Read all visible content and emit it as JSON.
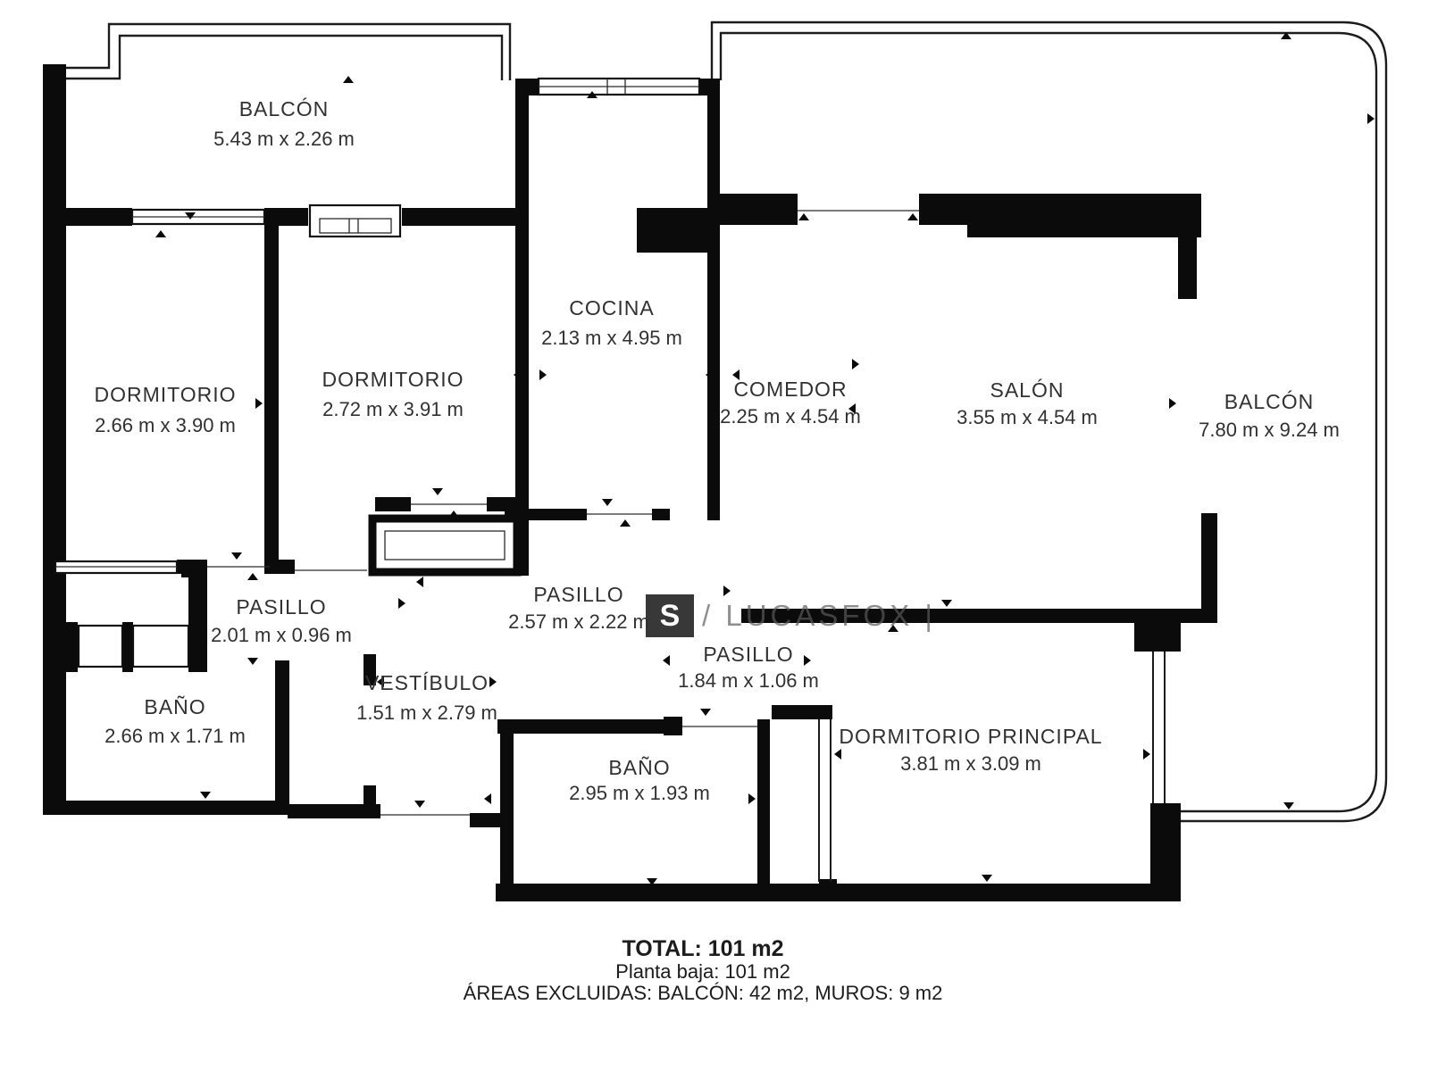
{
  "plan": {
    "rooms": [
      {
        "name": "BALCÓN",
        "dims": "5.43 m x 2.26 m"
      },
      {
        "name": "COCINA",
        "dims": "2.13 m x 4.95 m"
      },
      {
        "name": "DORMITORIO",
        "dims": "2.66 m x 3.90 m"
      },
      {
        "name": "DORMITORIO",
        "dims": "2.72 m x 3.91 m"
      },
      {
        "name": "COMEDOR",
        "dims": "2.25 m x 4.54 m"
      },
      {
        "name": "SALÓN",
        "dims": "3.55 m x 4.54 m"
      },
      {
        "name": "BALCÓN",
        "dims": "7.80 m x 9.24 m"
      },
      {
        "name": "PASILLO",
        "dims": "2.01 m x 0.96 m"
      },
      {
        "name": "PASILLO",
        "dims": "2.57 m x 2.22 m"
      },
      {
        "name": "PASILLO",
        "dims": "1.84 m x 1.06 m"
      },
      {
        "name": "VESTÍBULO",
        "dims": "1.51 m x 2.79 m"
      },
      {
        "name": "BAÑO",
        "dims": "2.66 m x 1.71 m"
      },
      {
        "name": "BAÑO",
        "dims": "2.95 m x 1.93 m"
      },
      {
        "name": "DORMITORIO PRINCIPAL",
        "dims": "3.81 m x 3.09 m"
      }
    ],
    "watermark": {
      "badge": "S",
      "rest": "/ LUCASFOX |"
    },
    "footer": {
      "total": "TOTAL: 101 m2",
      "floor": "Planta baja: 101 m2",
      "excluded": "ÁREAS EXCLUIDAS: BALCÓN: 42 m2, MUROS: 9 m2"
    }
  }
}
